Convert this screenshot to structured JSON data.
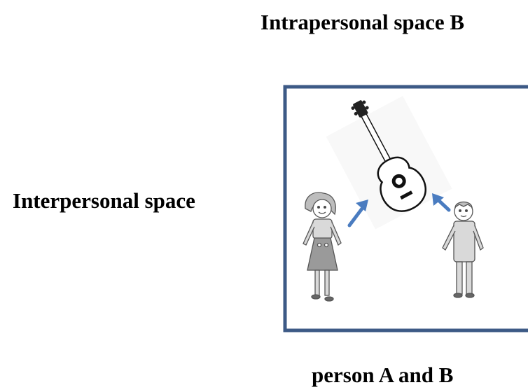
{
  "labels": {
    "top": "Intrapersonal space B",
    "left": "Interpersonal space",
    "bottom": "person A and B"
  },
  "colors": {
    "frame": "#3d5a86",
    "arrow": "#4a7cc0",
    "figure_fill": "#d9d9d9",
    "figure_stroke": "#555555",
    "guitar_body": "#ffffff",
    "guitar_outline": "#111111"
  },
  "icons": [
    "guitar-icon",
    "girl-figure-icon",
    "boy-figure-icon",
    "arrow-up-right-icon",
    "arrow-up-left-icon"
  ]
}
